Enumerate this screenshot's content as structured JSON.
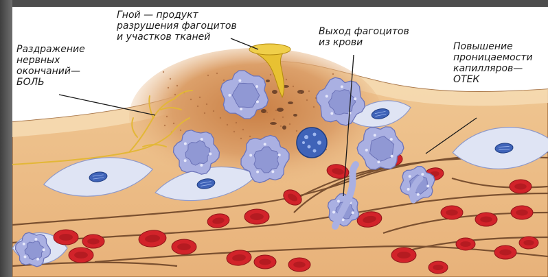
{
  "labels": {
    "pain": [
      "Раздражение",
      "нервных",
      "окончаний—",
      "БОЛЬ"
    ],
    "pus": [
      "Гной — продукт",
      "разрушения фагоцитов",
      "и участков тканей"
    ],
    "phagocytes": [
      "Выход фагоцитов",
      "из крови"
    ],
    "edema": [
      "Повышение",
      "проницаемости",
      "капилляров—",
      "ОТЕК"
    ]
  },
  "colors": {
    "skin": "#f3d3a6",
    "tissue": "#eec08c",
    "inflamed": "#d89a60",
    "phagocyte": "#aab0e2",
    "nucleus": "#3f63b8",
    "rbc": "#d2232a",
    "capillary": "#7a5030",
    "pus": "#e8c132",
    "nerve": "#e3b737"
  },
  "icons": [
    "phagocyte-cell-icon",
    "red-blood-cell-icon",
    "fibroblast-cell-icon",
    "nerve-ending-icon",
    "pus-drop-icon"
  ]
}
